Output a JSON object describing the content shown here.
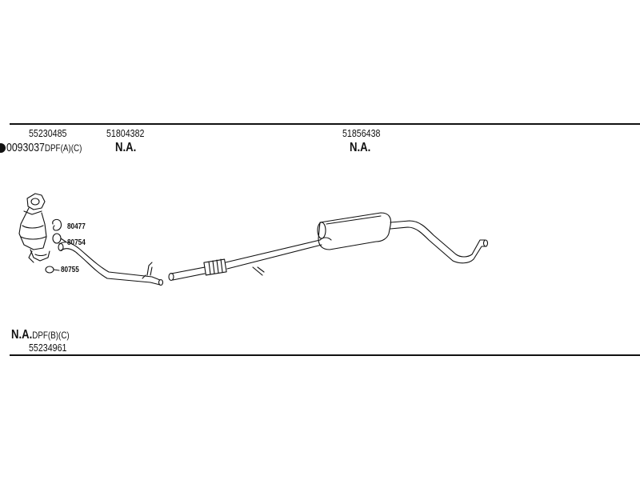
{
  "top_row": {
    "part_a_number": "55230485",
    "part_b_number": "51804382",
    "part_c_number": "51856438",
    "kit_prefix": "0093037",
    "kit_suffix": "DPF(A)(C)",
    "part_b_status": "N.A.",
    "part_c_status": "N.A."
  },
  "callouts": {
    "gasket_1": "80477",
    "gasket_2": "80754",
    "clamp": "80755"
  },
  "bottom_row": {
    "status": "N.A.",
    "variant": "DPF(B)(C)",
    "part_number": "55234961"
  }
}
